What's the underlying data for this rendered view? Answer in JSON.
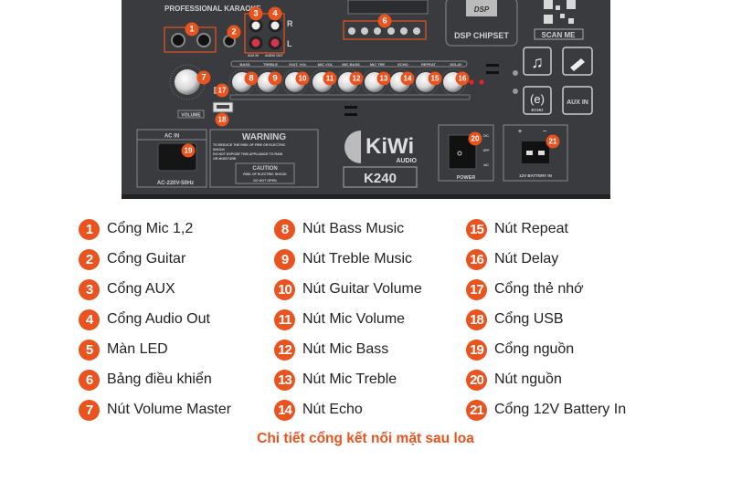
{
  "colors": {
    "accent": "#e8531f",
    "panel": "#3a3b3e",
    "panel_text": "#cfd0d2"
  },
  "panel": {
    "brand_label": "PROFESSIONAL KARAOKE",
    "r_label": "R",
    "l_label": "L",
    "aux_in_label": "AUX IN",
    "audio_out_label": "AUDIO OUT",
    "dsp_chip_label": "DSP CHIPSET",
    "dsp_logo": "DSP",
    "scan_me": "SCAN ME",
    "knob_labels": [
      "BASS",
      "TREBLE",
      "GUIT. VOL",
      "MIC VOL",
      "MIC BASS",
      "MIC TRE",
      "ECHO",
      "REPEAT",
      "DELAY"
    ],
    "volume_label": "VOLUME",
    "ac_in_label": "AC IN",
    "ac_rating": "AC-220V-50Hz",
    "warning_title": "WARNING",
    "warning_text": [
      "TO REDUCE THE RISK OF FIRE OR ELECTRIC",
      "SHOCK",
      "DO NOT EXPOSE THIS APPLIANCE TO RAIN",
      "OR MOISTURE"
    ],
    "caution_title": "CAUTION",
    "caution_line1": "RISK OF ELECTRIC SHOCK",
    "caution_line2": "DO NOT OPEN",
    "logo_name": "KiWi",
    "logo_sub": "AUDIO",
    "model": "K240",
    "power_label": "POWER",
    "dc_label": "DC",
    "off_label": "OFF",
    "ac_label": "AC",
    "battery_label": "12V BATTERY IN",
    "plus": "+",
    "minus": "−",
    "echo_icon_label": "ECHO",
    "aux_icon_label": "AUX IN"
  },
  "legend": [
    {
      "num": "1",
      "label": "Cổng Mic 1,2"
    },
    {
      "num": "2",
      "label": "Cổng Guitar"
    },
    {
      "num": "3",
      "label": "Cổng AUX"
    },
    {
      "num": "4",
      "label": "Cổng Audio Out"
    },
    {
      "num": "5",
      "label": "Màn LED"
    },
    {
      "num": "6",
      "label": "Bảng điều khiển"
    },
    {
      "num": "7",
      "label": "Nút Volume Master"
    },
    {
      "num": "8",
      "label": "Nút Bass Music"
    },
    {
      "num": "9",
      "label": "Nút Treble Music"
    },
    {
      "num": "10",
      "label": "Nút Guitar Volume"
    },
    {
      "num": "11",
      "label": "Nút Mic Volume"
    },
    {
      "num": "12",
      "label": "Nút Mic Bass"
    },
    {
      "num": "13",
      "label": "Nút Mic Treble"
    },
    {
      "num": "14",
      "label": "Nút Echo"
    },
    {
      "num": "15",
      "label": "Nút Repeat"
    },
    {
      "num": "16",
      "label": "Nút Delay"
    },
    {
      "num": "17",
      "label": "Cổng thẻ nhớ"
    },
    {
      "num": "18",
      "label": "Cổng USB"
    },
    {
      "num": "19",
      "label": "Cổng nguồn"
    },
    {
      "num": "20",
      "label": "Nút nguồn"
    },
    {
      "num": "21",
      "label": "Cổng 12V Battery In"
    }
  ],
  "caption": "Chi tiết cổng kết nối mặt sau loa"
}
